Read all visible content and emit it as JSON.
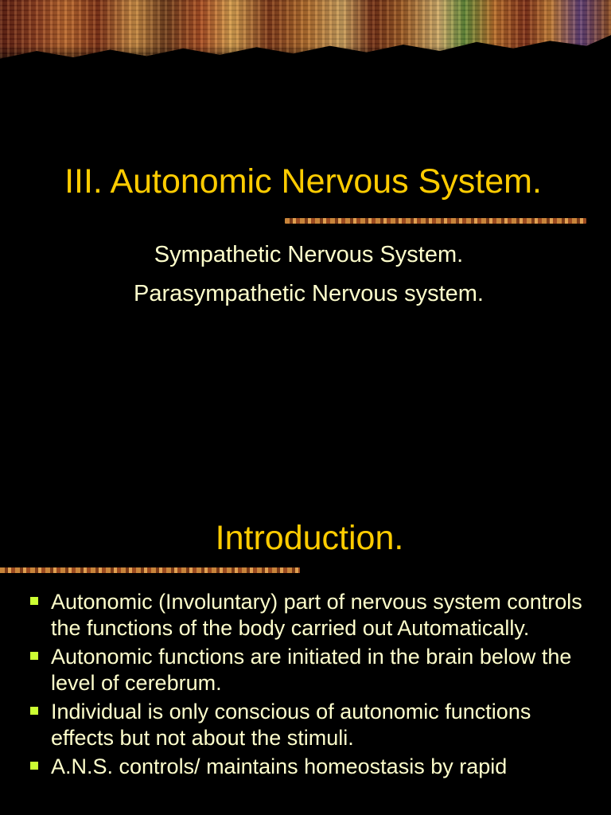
{
  "slide1": {
    "title": "III. Autonomic Nervous System.",
    "subtitle_lines": [
      "Sympathetic Nervous System.",
      "Parasympathetic Nervous system."
    ]
  },
  "slide2": {
    "title": "Introduction.",
    "bullets": [
      "Autonomic (Involuntary) part of nervous system controls the functions of the body carried out Automatically.",
      "Autonomic functions are initiated in the brain below the level of cerebrum.",
      "Individual is only conscious of autonomic functions effects but not about the stimuli.",
      "A.N.S. controls/ maintains homeostasis by rapid"
    ]
  },
  "colors": {
    "title": "#ffcc00",
    "body_text": "#ffffcc",
    "bullet": "#ccff33",
    "background": "#000000"
  }
}
